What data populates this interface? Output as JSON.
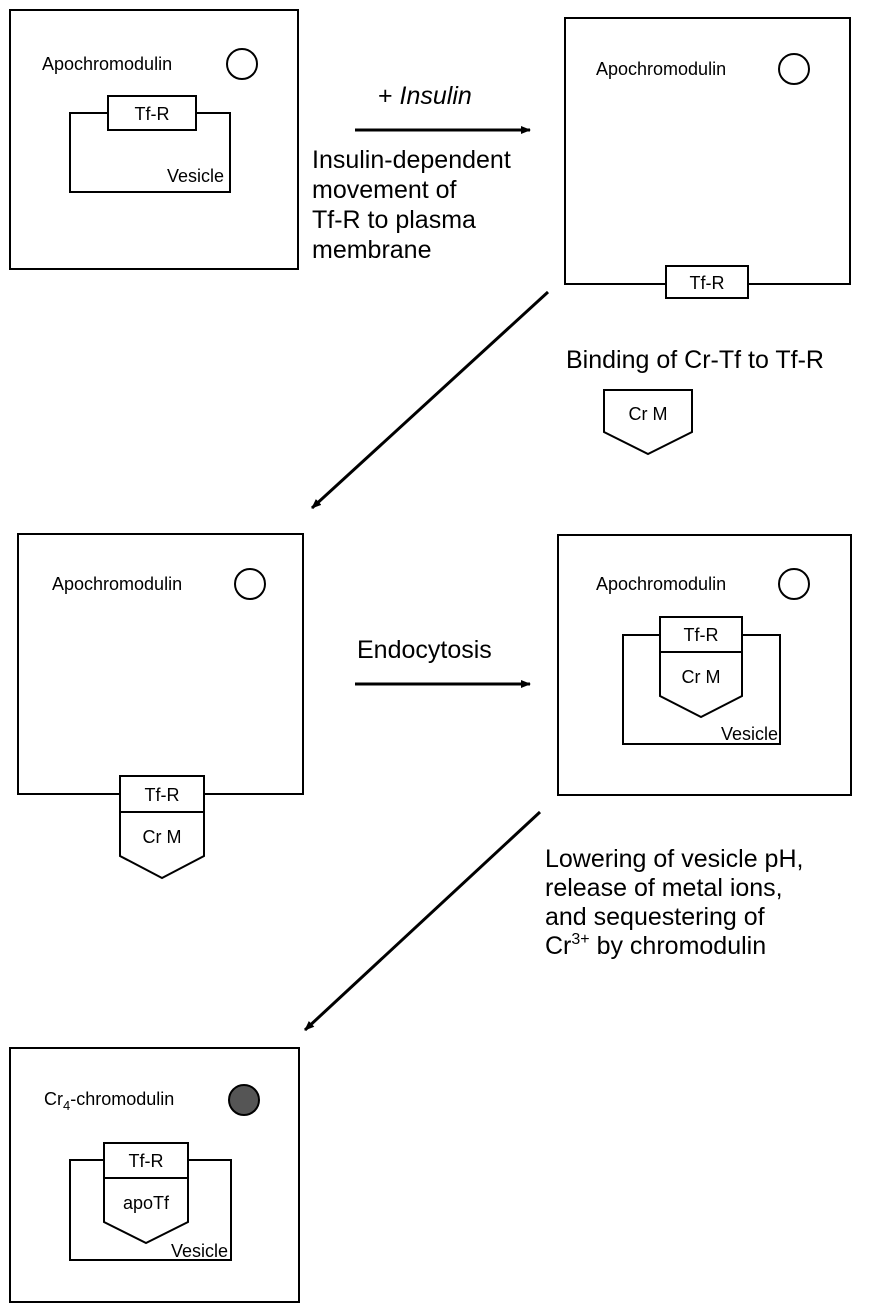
{
  "panels": {
    "p1": {
      "protein": "Apochromodulin",
      "receptor": "Tf-R",
      "vesicle": "Vesicle"
    },
    "p2": {
      "protein": "Apochromodulin",
      "receptor": "Tf-R"
    },
    "p3": {
      "protein": "Apochromodulin",
      "receptor": "Tf-R",
      "ligand": "Cr M"
    },
    "p4": {
      "protein": "Apochromodulin",
      "receptor": "Tf-R",
      "ligand": "Cr M",
      "vesicle": "Vesicle"
    },
    "p5": {
      "protein_prefix": "Cr",
      "protein_sub": "4",
      "protein_suffix": "-chromodulin",
      "receptor": "Tf-R",
      "ligand": "apoTf",
      "vesicle": "Vesicle"
    }
  },
  "steps": {
    "insulin": "+ Insulin",
    "movement": [
      "Insulin-dependent",
      "movement of",
      "Tf-R to plasma",
      "membrane"
    ],
    "binding": "Binding of Cr-Tf to Tf-R",
    "free_ligand": "Cr M",
    "endocytosis": "Endocytosis",
    "lowering": [
      "Lowering of vesicle pH,",
      "release of metal ions,",
      "and sequestering of"
    ],
    "lowering_last_prefix": "Cr",
    "lowering_last_sup": "3+",
    "lowering_last_suffix": " by chromodulin"
  },
  "colors": {
    "ink": "#000000",
    "filled_circle": "#555555"
  }
}
